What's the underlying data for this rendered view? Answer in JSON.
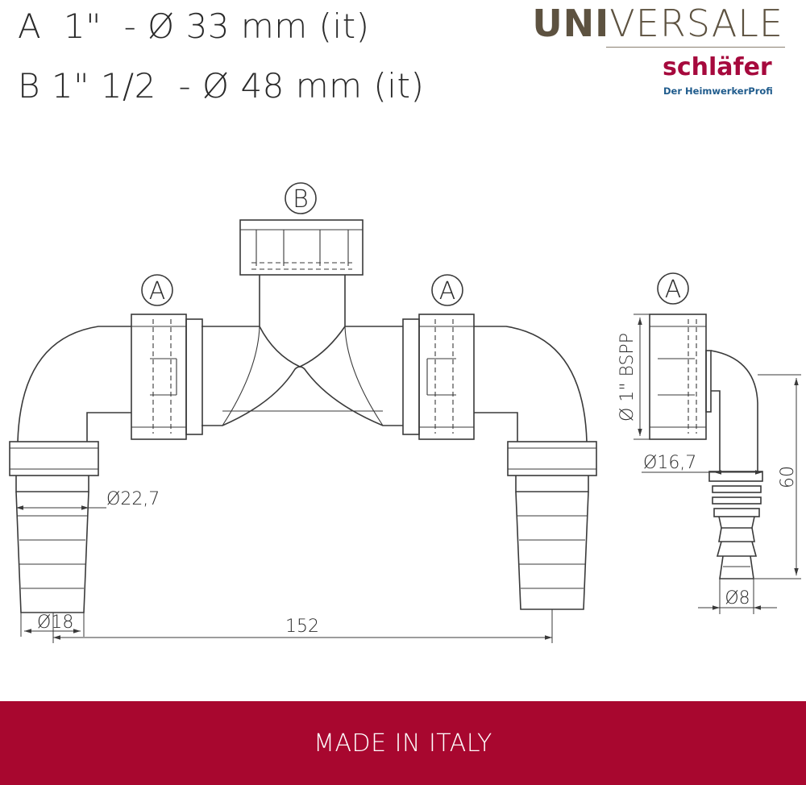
{
  "header": {
    "spec_a": "A  1\"  - Ø 33 mm (it)",
    "spec_b": "B 1\" 1/2  - Ø 48 mm (it)"
  },
  "brand": {
    "universale_bold": "UNI",
    "universale_light": "VERSALE",
    "schlafer": "schläfer",
    "schlafer_tagline": "Der HeimwerkerProfi"
  },
  "diagram": {
    "callouts": {
      "b_top": "B",
      "a_left": "A",
      "a_right": "A",
      "a_side": "A"
    },
    "dimensions": {
      "d22_7": "Ø22,7",
      "d18": "Ø18",
      "length_152": "152",
      "thread_label": "Ø 1\" BSPP",
      "d16_7": "Ø16,7",
      "height_60": "60",
      "d8": "Ø8"
    }
  },
  "footer": {
    "text": "MADE IN ITALY"
  },
  "colors": {
    "footer_bg": "#a8072f",
    "brand_brown": "#5d5240",
    "schlafer_red": "#a6093d",
    "schlafer_blue": "#1f5b8c"
  }
}
